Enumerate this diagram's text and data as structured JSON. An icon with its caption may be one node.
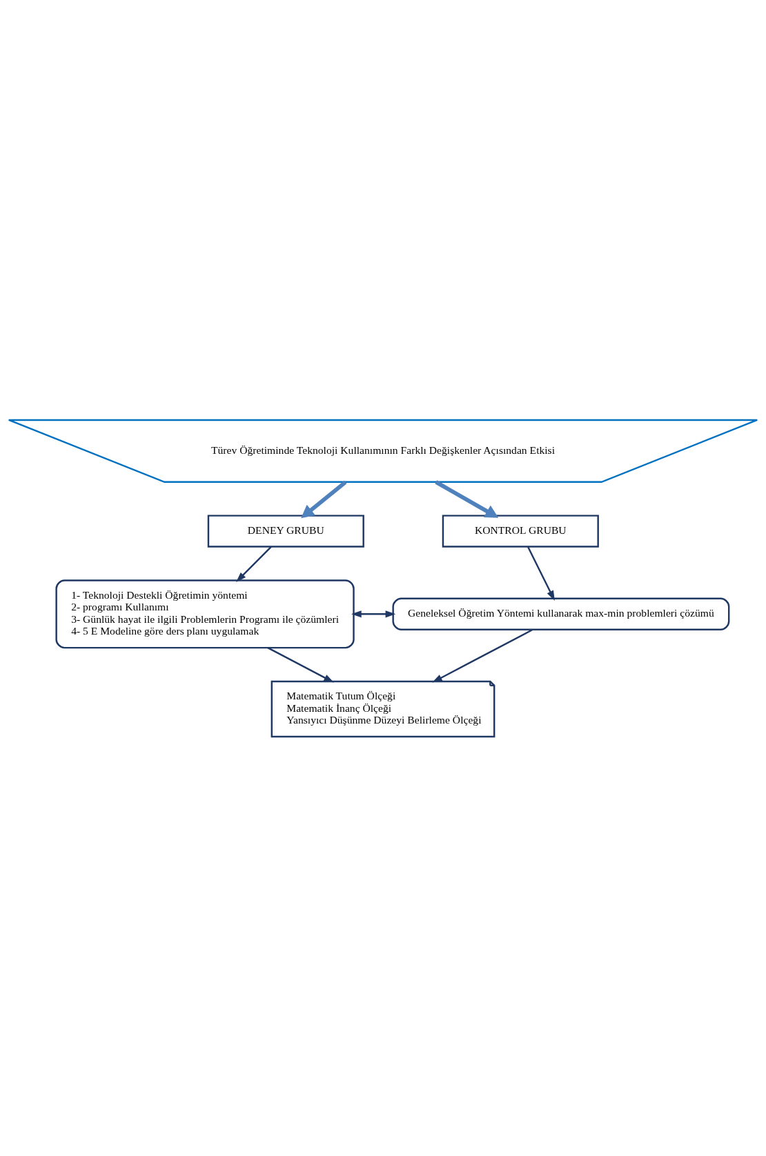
{
  "diagram": {
    "nodes": [
      {
        "text": [
          "Türev Öğretiminde Teknoloji Kullanımının Farklı Değişkenler Açısından Etkisi"
        ]
      },
      {
        "text": [
          "DENEY GRUBU"
        ]
      },
      {
        "text": [
          "KONTROL GRUBU"
        ]
      },
      {
        "text": [
          "1- Teknoloji Destekli Öğretimin yöntemi",
          "2- programı Kullanımı",
          "3- Günlük hayat ile ilgili Problemlerin Programı ile çözümleri",
          "4- 5 E Modeline göre ders planı uygulamak"
        ]
      },
      {
        "text": [
          "Geneleksel Öğretim Yöntemi kullanarak max-min problemleri çözümü"
        ]
      },
      {
        "text": [
          "Matematik Tutum Ölçeği",
          "Matematik İnanç Ölçeği",
          "Yansıyıcı Düşünme Düzeyi Belirleme Ölçeği"
        ]
      }
    ],
    "edges": [
      {
        "from": 0,
        "to": 1,
        "arrow": "to",
        "style": "thick",
        "color": "#4f81bd"
      },
      {
        "from": 0,
        "to": 2,
        "arrow": "to",
        "style": "thick",
        "color": "#4f81bd"
      },
      {
        "from": 1,
        "to": 3,
        "arrow": "to"
      },
      {
        "from": 2,
        "to": 4,
        "arrow": "to"
      },
      {
        "from": 3,
        "to": 4,
        "arrow": "both"
      },
      {
        "from": 3,
        "to": 5,
        "arrow": "to"
      },
      {
        "from": 4,
        "to": 5,
        "arrow": "to"
      }
    ]
  }
}
